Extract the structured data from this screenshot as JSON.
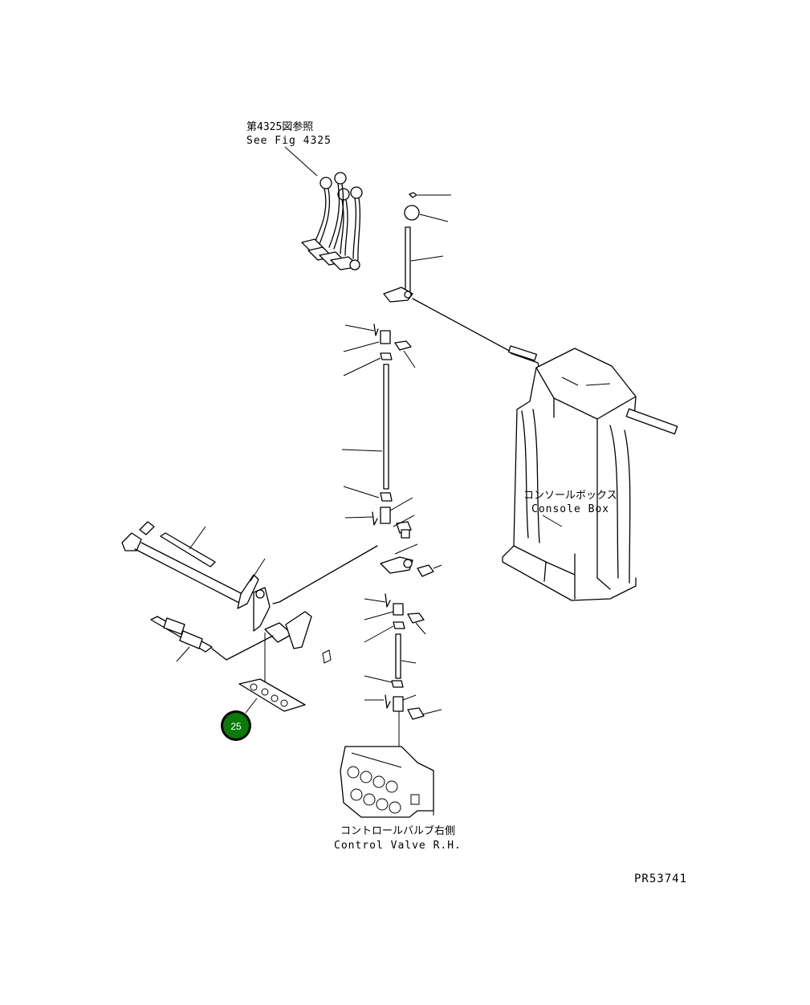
{
  "labels": {
    "see_fig_ja": "第4325図参照",
    "see_fig_en": "See Fig 4325",
    "console_box_ja": "コンソールボックス",
    "console_box_en": "Console Box",
    "control_valve_ja": "コントロールバルブ右側",
    "control_valve_en": "Control Valve R.H.",
    "drawing_number": "PR53741"
  },
  "callouts": [
    {
      "number": "25",
      "color": "#0a7a0a"
    }
  ]
}
